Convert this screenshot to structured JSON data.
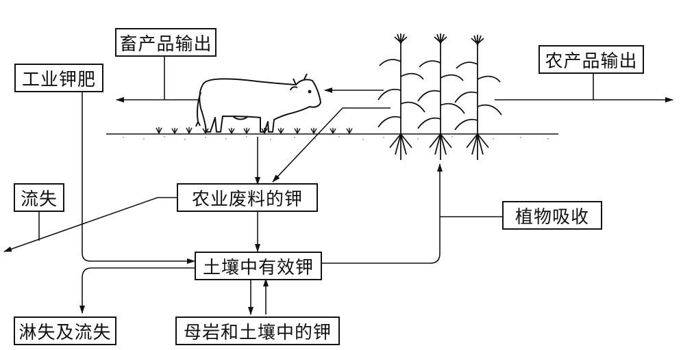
{
  "labels": {
    "livestock_output": "畜产品输出",
    "industrial_potash": "工业钾肥",
    "crop_output": "农产品输出",
    "runoff": "流失",
    "agri_waste_k": "农业废料的钾",
    "plant_uptake": "植物吸收",
    "soil_available_k": "土壤中有效钾",
    "leaching_runoff": "淋失及流失",
    "parent_rock_soil_k": "母岩和土壤中的钾"
  },
  "icons": [
    "cow-icon",
    "corn-plant-icon",
    "grass-icon",
    "soil-surface"
  ],
  "colors": {
    "ink": "#111111",
    "background": "#ffffff"
  }
}
